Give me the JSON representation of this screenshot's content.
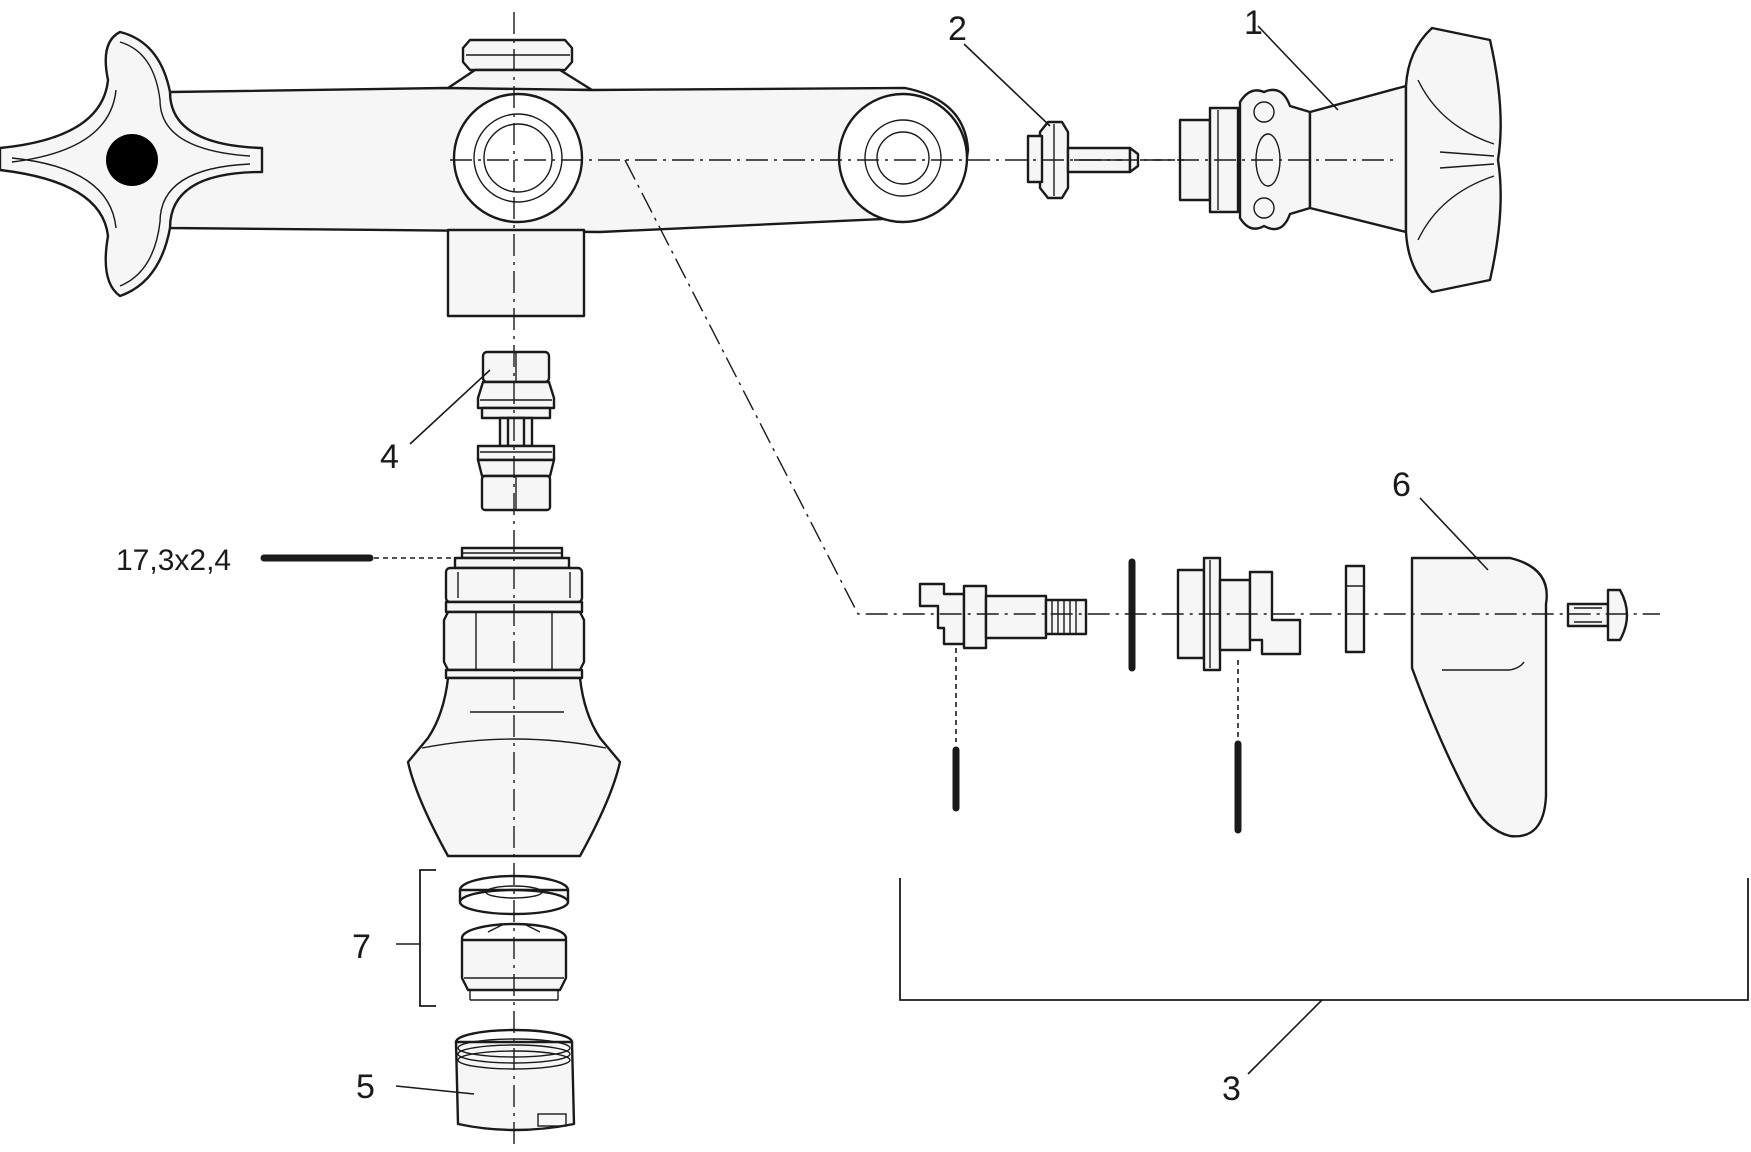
{
  "labels": {
    "part_1": "1",
    "part_2": "2",
    "part_3": "3",
    "part_4": "4",
    "part_5": "5",
    "part_6": "6",
    "part_7": "7"
  },
  "dimension": "17,3x2,4",
  "colors": {
    "line": "#1a1a1a",
    "fill": "#f6f6f6",
    "background": "#ffffff"
  }
}
